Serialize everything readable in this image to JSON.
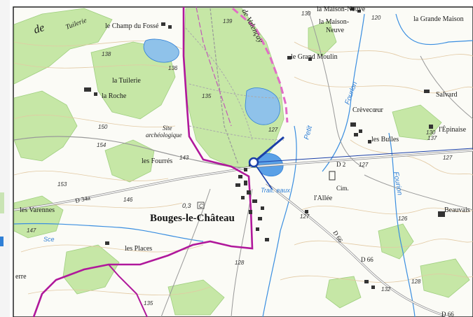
{
  "map": {
    "town": "Bouges-le-Château",
    "places": {
      "la_maison_neuve": "la Maison-Neuve",
      "la_maison_neuve_2": "la Maison-",
      "neuve": "Neuve",
      "la_grande_maison": "la Grande Maison",
      "le_champ_du_fosse": "le Champ du Fossé",
      "de": "de",
      "tuilerie": "Tuilerie",
      "le_grand_moulin": "le Grand Moulin",
      "la_tuilerie": "la Tuilerie",
      "la_roche": "la Roche",
      "salvard": "Salvard",
      "crevecoeur": "Crèvecœur",
      "l_epinaise": "l'Épinaise",
      "les_bulles": "les Bulles",
      "site": "Site",
      "archeologique": "archéologique",
      "les_fourres": "les Fourrés",
      "l_allee": "l'Allée",
      "cim": "Cim.",
      "les_varennes": "les Varennes",
      "beauvais": "Beauvais",
      "les_places": "les Places",
      "erre": "erre",
      "valencay": "de Valençay"
    },
    "water_labels": {
      "fourlon": "Fourlon",
      "petit": "Petit",
      "fourion_east": "Fourion",
      "trait_eaux": "Trait. eaux",
      "sce": "Sce"
    },
    "roads": {
      "d2": "D 2",
      "d66": "D 66",
      "d66_b": "D 66",
      "d66_c": "D 66",
      "d348": "D 34a"
    },
    "elevations": [
      "130",
      "120",
      "139",
      "138",
      "136",
      "135",
      "127",
      "150",
      "154",
      "143",
      "153",
      "146",
      "147",
      "127",
      "126",
      "127",
      "128",
      "132",
      "128",
      "135",
      "137",
      "130",
      "127",
      "0,3"
    ]
  }
}
